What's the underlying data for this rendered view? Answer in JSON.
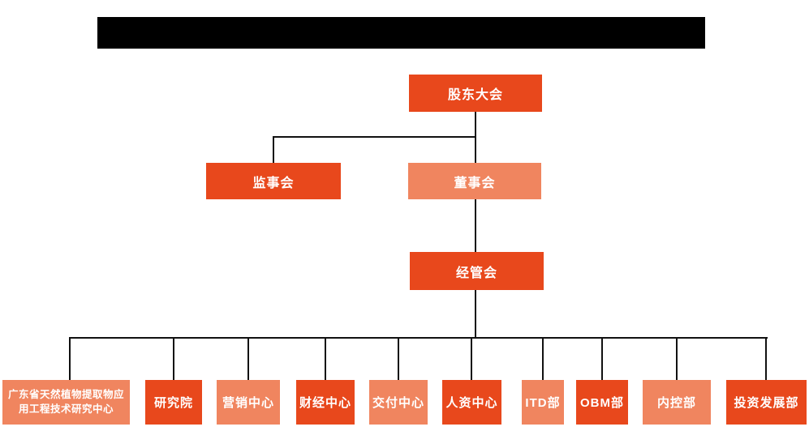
{
  "colors": {
    "node_primary": "#E8481C",
    "node_secondary": "#F0855F",
    "connector": "#111111",
    "redaction": "#000000",
    "background": "#FFFFFF",
    "node_text": "#FFFFFF"
  },
  "org_chart": {
    "type": "org-chart",
    "levels": {
      "shareholders": {
        "label": "股东大会"
      },
      "supervisory": {
        "label": "监事会"
      },
      "board": {
        "label": "董事会"
      },
      "management": {
        "label": "经管会"
      }
    },
    "departments": [
      {
        "label": "广东省天然植物提取物应用工程技术研究中心"
      },
      {
        "label": "研究院"
      },
      {
        "label": "营销中心"
      },
      {
        "label": "财经中心"
      },
      {
        "label": "交付中心"
      },
      {
        "label": "人资中心"
      },
      {
        "label": "ITD部"
      },
      {
        "label": "OBM部"
      },
      {
        "label": "内控部"
      },
      {
        "label": "投资发展部"
      }
    ]
  }
}
